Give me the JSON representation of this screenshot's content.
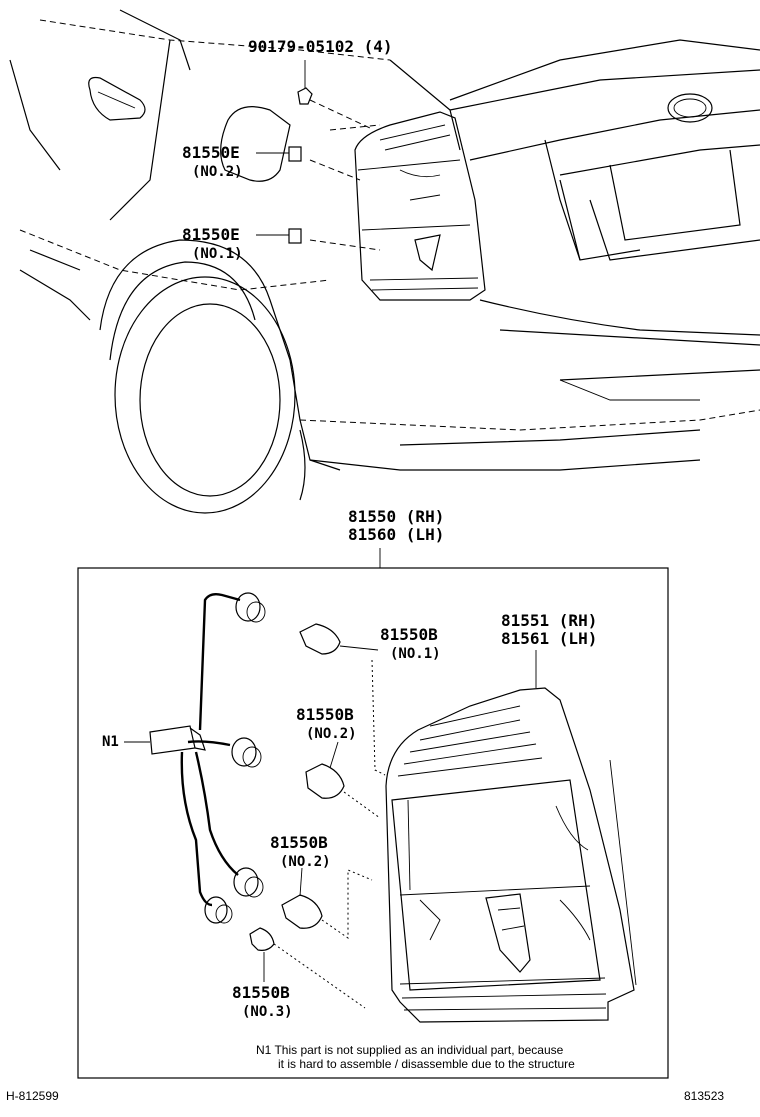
{
  "diagram": {
    "parts": {
      "clip_code": "90179-05102 (4)",
      "socket_no2_code": "81550E",
      "socket_no2_sub": "(NO.2)",
      "socket_no1_code": "81550E",
      "socket_no1_sub": "(NO.1)",
      "assembly_rh": "81550 (RH)",
      "assembly_lh": "81560 (LH)",
      "lens_rh": "81551 (RH)",
      "lens_lh": "81561 (LH)",
      "bulb_no1_code": "81550B",
      "bulb_no1_sub": "(NO.1)",
      "bulb_no2a_code": "81550B",
      "bulb_no2a_sub": "(NO.2)",
      "bulb_no2b_code": "81550B",
      "bulb_no2b_sub": "(NO.2)",
      "bulb_no3_code": "81550B",
      "bulb_no3_sub": "(NO.3)",
      "n1_label": "N1"
    },
    "note_line1": "N1  This part is not supplied as an individual part, because",
    "note_line2": "it is hard to assemble / disassemble due to the structure",
    "diagram_id_left": "H-812599",
    "diagram_id_right": "813523"
  }
}
